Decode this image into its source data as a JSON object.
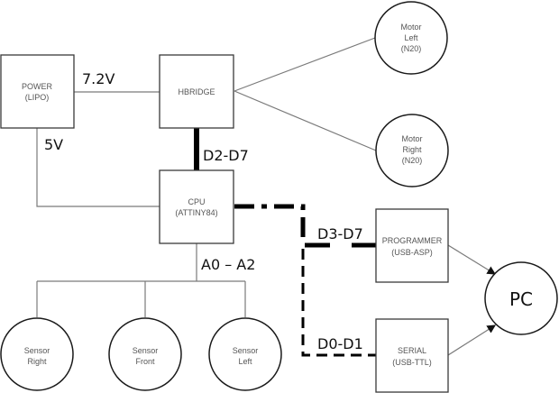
{
  "title": "Robot system block diagram",
  "nodes": {
    "power": {
      "line1": "POWER",
      "line2": "(LIPO)"
    },
    "hbridge": {
      "line1": "HBRIDGE"
    },
    "cpu": {
      "line1": "CPU",
      "line2": "(ATTINY84)"
    },
    "motor_left": {
      "line1": "Motor",
      "line2": "Left",
      "line3": "(N20)"
    },
    "motor_right": {
      "line1": "Motor",
      "line2": "Right",
      "line3": "(N20)"
    },
    "programmer": {
      "line1": "PROGRAMMER",
      "line2": "(USB-ASP)"
    },
    "serial": {
      "line1": "SERIAL",
      "line2": "(USB-TTL)"
    },
    "pc": {
      "line1": "PC"
    },
    "sensor_right": {
      "line1": "Sensor",
      "line2": "Right"
    },
    "sensor_front": {
      "line1": "Sensor",
      "line2": "Front"
    },
    "sensor_left": {
      "line1": "Sensor",
      "line2": "Left"
    }
  },
  "edges": {
    "power_hbridge": "7.2V",
    "power_cpu": "5V",
    "hbridge_cpu": "D2-D7",
    "cpu_programmer": "D3-D7",
    "cpu_serial": "D0-D1",
    "cpu_sensors": "A0 – A2"
  }
}
